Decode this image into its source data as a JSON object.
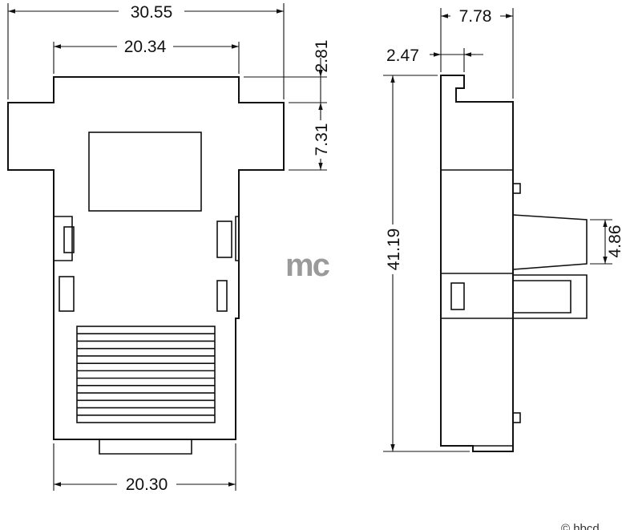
{
  "dimensions": {
    "overall_width": "30.55",
    "top_width": "20.34",
    "top_step": "2.81",
    "flange_height": "7.31",
    "bottom_width": "20.30",
    "side_depth": "7.78",
    "side_step": "2.47",
    "side_height": "41.19",
    "screw_height": "4.86"
  },
  "watermark": "mc",
  "corner_text": "© hbcd"
}
